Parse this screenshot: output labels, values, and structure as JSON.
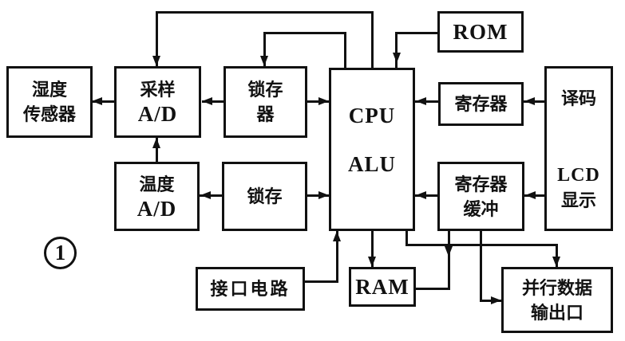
{
  "figure": {
    "number": "1"
  },
  "colors": {
    "ink": "#111111",
    "background": "#ffffff"
  },
  "blocks": {
    "humidity_sensor": {
      "lines": [
        "湿度",
        "传感器"
      ]
    },
    "sampling_ad": {
      "lines": [
        "采样",
        "A/D"
      ]
    },
    "latch_register": {
      "lines": [
        "锁存",
        "器"
      ]
    },
    "cpu_alu": {
      "lines": [
        "CPU",
        "ALU"
      ]
    },
    "rom": {
      "label": "ROM"
    },
    "register": {
      "label": "寄存器"
    },
    "decoder_lcd": {
      "top": "译码",
      "bottom_lines": [
        "LCD",
        "显示"
      ]
    },
    "temperature_ad": {
      "lines": [
        "温度",
        "A/D"
      ]
    },
    "latch": {
      "label": "锁存"
    },
    "register_buffer": {
      "lines": [
        "寄存器",
        "缓冲"
      ]
    },
    "interface_circuit": {
      "label": "接口电路"
    },
    "ram": {
      "label": "RAM"
    },
    "parallel_output": {
      "lines": [
        "并行数据",
        "输出口"
      ]
    }
  }
}
